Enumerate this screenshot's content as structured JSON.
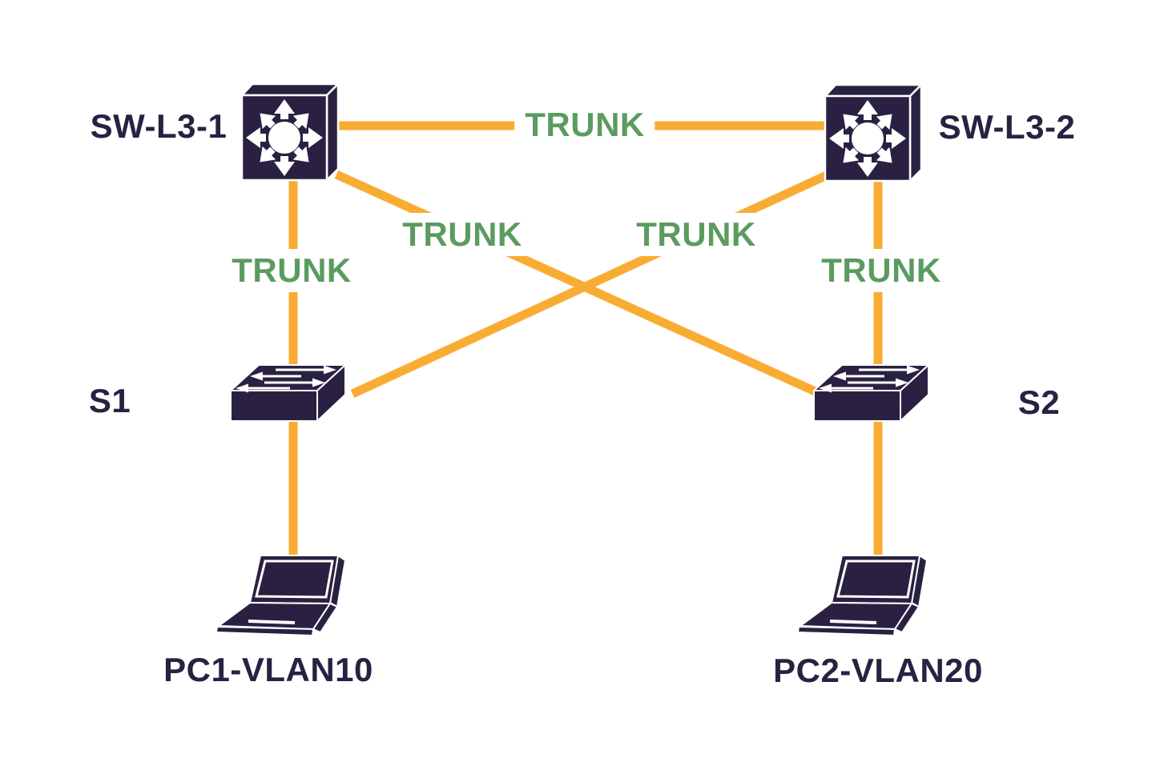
{
  "diagram": {
    "type": "network-topology",
    "background": "#ffffff",
    "colors": {
      "node_fill": "#2a2142",
      "link": "#f9ac34",
      "trunk_text": "#5b9b60",
      "label_text": "#2a2142"
    },
    "nodes": [
      {
        "id": "sw-l3-1",
        "label": "SW-L3-1",
        "type": "layer-3-switch"
      },
      {
        "id": "sw-l3-2",
        "label": "SW-L3-2",
        "type": "layer-3-switch"
      },
      {
        "id": "s1",
        "label": "S1",
        "type": "layer-2-switch"
      },
      {
        "id": "s2",
        "label": "S2",
        "type": "layer-2-switch"
      },
      {
        "id": "pc1",
        "label": "PC1-VLAN10",
        "type": "laptop"
      },
      {
        "id": "pc2",
        "label": "PC2-VLAN20",
        "type": "laptop"
      }
    ],
    "links": [
      {
        "from": "sw-l3-1",
        "to": "sw-l3-2",
        "label": "TRUNK"
      },
      {
        "from": "sw-l3-1",
        "to": "s1",
        "label": "TRUNK"
      },
      {
        "from": "sw-l3-1",
        "to": "s2",
        "label": "TRUNK"
      },
      {
        "from": "sw-l3-2",
        "to": "s1",
        "label": "TRUNK"
      },
      {
        "from": "sw-l3-2",
        "to": "s2",
        "label": "TRUNK"
      },
      {
        "from": "s1",
        "to": "pc1",
        "label": ""
      },
      {
        "from": "s2",
        "to": "pc2",
        "label": ""
      }
    ]
  }
}
